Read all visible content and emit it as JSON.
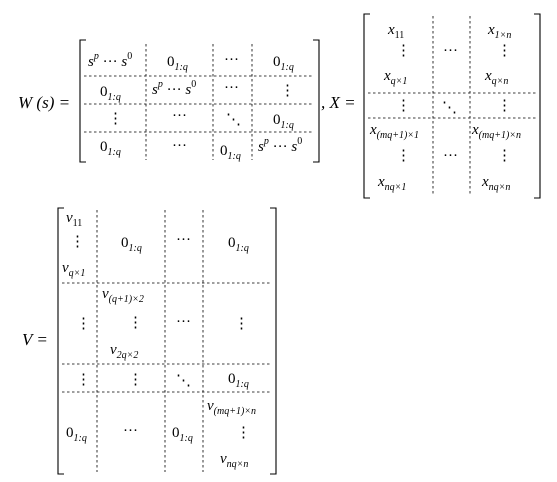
{
  "equation_w": {
    "label": "W (s) =",
    "separator": ", X =",
    "cells": [
      [
        "s^p ··· s^0",
        "0_1:q",
        "···",
        "0_1:q"
      ],
      [
        "0_1:q",
        "s^p ··· s^0",
        "···",
        "⋮"
      ],
      [
        "⋮",
        "···",
        "⋱",
        "0_1:q"
      ],
      [
        "0_1:q",
        "···",
        "0_1:q",
        "s^p ··· s^0"
      ]
    ]
  },
  "equation_x": {
    "cells": [
      [
        "x_11",
        "",
        "x_1×n"
      ],
      [
        "⋮",
        "···",
        "⋮"
      ],
      [
        "x_q×1",
        "",
        "x_q×n"
      ],
      [
        "⋮",
        "⋱",
        "⋮"
      ],
      [
        "x_(mq+1)×1",
        "",
        "x_(mq+1)×n"
      ],
      [
        "⋮",
        "···",
        "⋮"
      ],
      [
        "x_nq×1",
        "",
        "x_nq×n"
      ]
    ]
  },
  "equation_v": {
    "label": "V =",
    "cells": [
      [
        "v_11 ⋮ v_q×1",
        "0_1:q",
        "···",
        "0_1:q"
      ],
      [
        "⋮",
        "v_(q+1)×2 ⋮ v_2q×2",
        "···",
        "⋮"
      ],
      [
        "⋮",
        "⋮",
        "⋱",
        "0_1:q"
      ],
      [
        "0_1:q",
        "···",
        "0_1:q",
        "v_(mq+1)×n ⋮ v_nq×n"
      ]
    ]
  }
}
